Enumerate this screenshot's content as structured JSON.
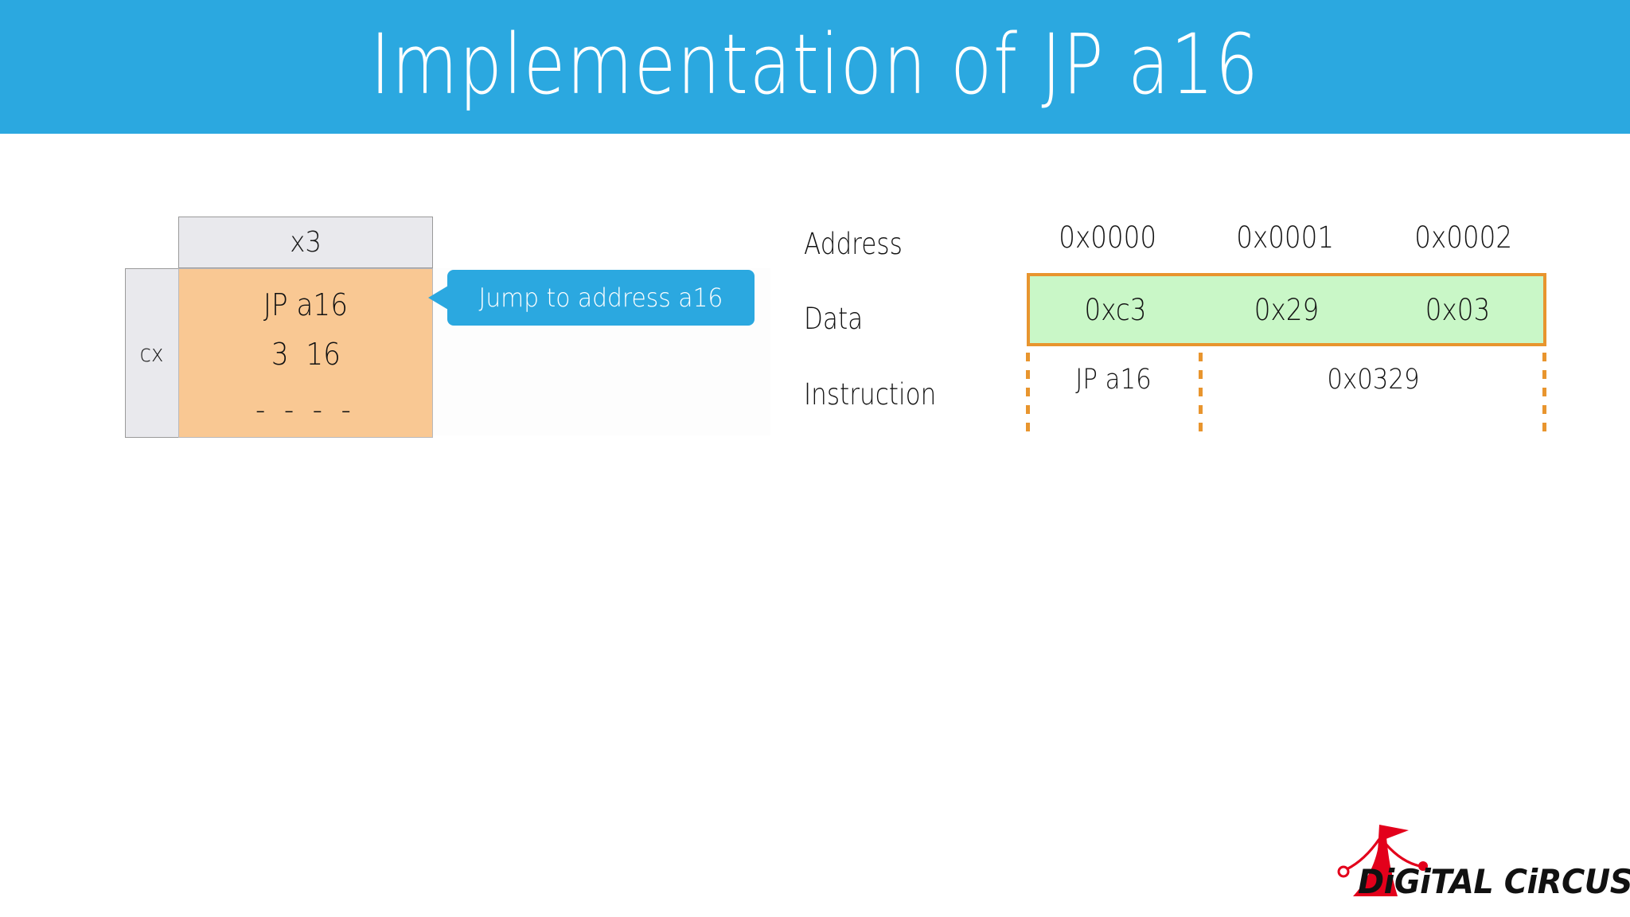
{
  "slide": {
    "title": "Implementation of JP a16",
    "banner_color": "#2BA8E0",
    "background_color": "#ffffff"
  },
  "register_diagram": {
    "header_label": "x3",
    "side_label": "cx",
    "instruction_lines": [
      "JP a16",
      "3  16",
      "- - - -"
    ],
    "header_fill": "#E9E9ED",
    "instruction_fill": "#F9C893",
    "border_color": "#9a9a9a"
  },
  "callout": {
    "text": "Jump to address a16",
    "fill": "#2BA8E0",
    "text_color": "#ffffff"
  },
  "memory_table": {
    "row_labels": {
      "address": "Address",
      "data": "Data",
      "instruction": "Instruction"
    },
    "addresses": [
      "0x0000",
      "0x0001",
      "0x0002"
    ],
    "data_bytes": [
      "0xc3",
      "0x29",
      "0x03"
    ],
    "instructions": [
      "JP a16",
      "0x0329"
    ],
    "data_fill": "#C9F7C7",
    "data_border": "#E8952E",
    "dash_color": "#E8952E"
  },
  "logo": {
    "text": "DiGiTAL CiRCUS",
    "mark_color": "#E3001B",
    "text_color": "#111111"
  }
}
